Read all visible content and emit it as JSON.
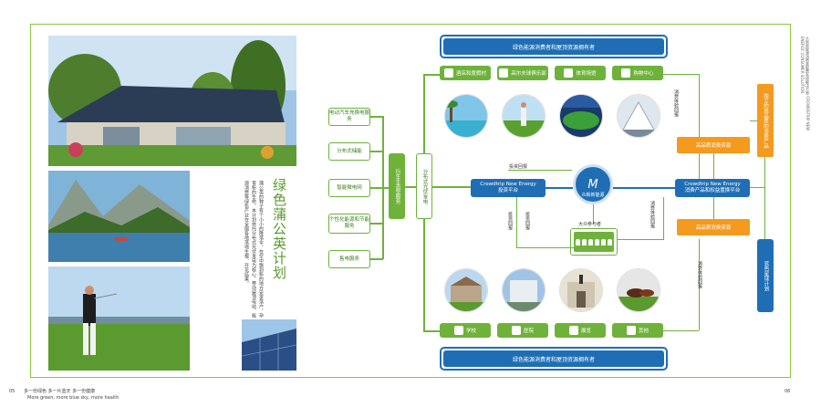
{
  "left_page": {
    "title": "绿色蒲公英计划",
    "body": "蒲公英的种子有个小小的降落伞，在空中飘到新的地方安家落户，孕育新的生命。本计划依托分布式光伏发电为核心，带动屋顶电站、能源消费等绿色产业在全国各地落地生根、开花结果。",
    "footer_cn": "多一份绿色 多一片蓝天 多一份健康",
    "footer_en": "More green, more blue sky, more health",
    "page_no": "05"
  },
  "right_page": {
    "page_no": "06",
    "side_caption": "众新新能源消费者配置系统解决方案 CROWDSTRIP NEW ENERGY CONSUMER SOLUTION",
    "top_bar": "绿色能源消费者和屋顶资源拥有者",
    "bottom_bar": "绿色能源消费者和屋顶资源拥有者",
    "top_categories": [
      "酒店和度假村",
      "高尔夫球俱乐部",
      "体育场馆",
      "购物中心"
    ],
    "bottom_categories": [
      "学校",
      "医院",
      "展览",
      "其他"
    ],
    "left_items": [
      "电动汽车充换电服务",
      "分布式储能",
      "智能微电网",
      "个性化能源和节能服务",
      "售电服务"
    ],
    "left_vertical_1": "衍生生态型服务",
    "left_vertical_2": "分布式光伏发电",
    "invest_platform": "Crowdtrip New Energy\n投资平台",
    "center_logo_text": "众新新能源",
    "consume_platform": "Crowdtrip New Energy\n消费产品和权益置换平台",
    "public_label": "大众参与者",
    "arrow_labels": {
      "invest_return_top": "投资回报",
      "invest_return_left": "投资回报",
      "invest_return_mid": "投资回报",
      "consume_top": "消费体验回报",
      "consume_mid": "消费体验回报",
      "consume_bottom": "消费体验回报"
    },
    "orange_1": "高品质消费资源",
    "orange_2": "高品质消费资源",
    "orange_vertical": "独立的高品质的消费产品",
    "blue_vertical": "蓝色星球计划"
  }
}
